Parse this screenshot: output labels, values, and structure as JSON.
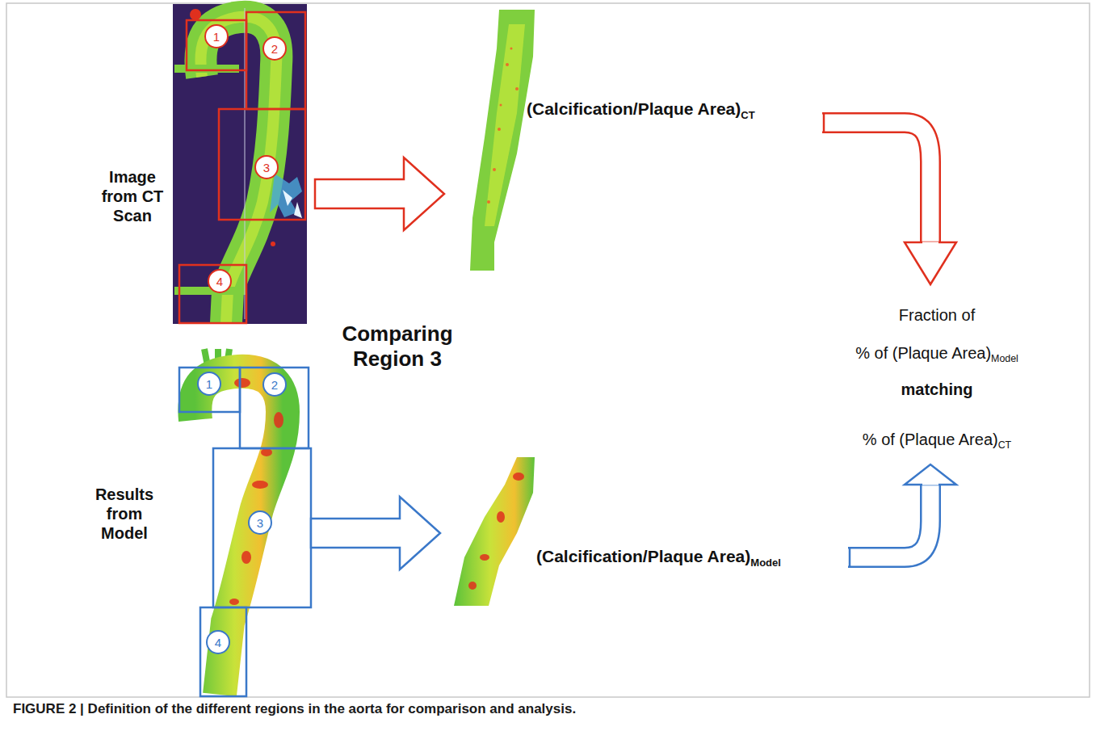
{
  "diagram": {
    "caption": "FIGURE 2 | Definition of the different regions in the aorta for comparison and analysis.",
    "nodes": [
      {
        "text": [
          "1"
        ]
      },
      {
        "text": [
          "2"
        ]
      },
      {
        "text": [
          "3"
        ]
      },
      {
        "text": [
          "4"
        ]
      },
      {
        "text": [
          "1"
        ]
      },
      {
        "text": [
          "2"
        ]
      },
      {
        "text": [
          "3"
        ]
      },
      {
        "text": [
          "4"
        ]
      }
    ],
    "labels": [
      "Image from CT Scan",
      "(Calcification/Plaque Area)",
      "CT",
      "Comparing Region 3",
      "Results from Model",
      "(Calcification/Plaque Area)",
      "Model",
      "Fraction of",
      "% of (Plaque Area)",
      "Model",
      "matching",
      "% of (Plaque Area)",
      "CT"
    ]
  }
}
